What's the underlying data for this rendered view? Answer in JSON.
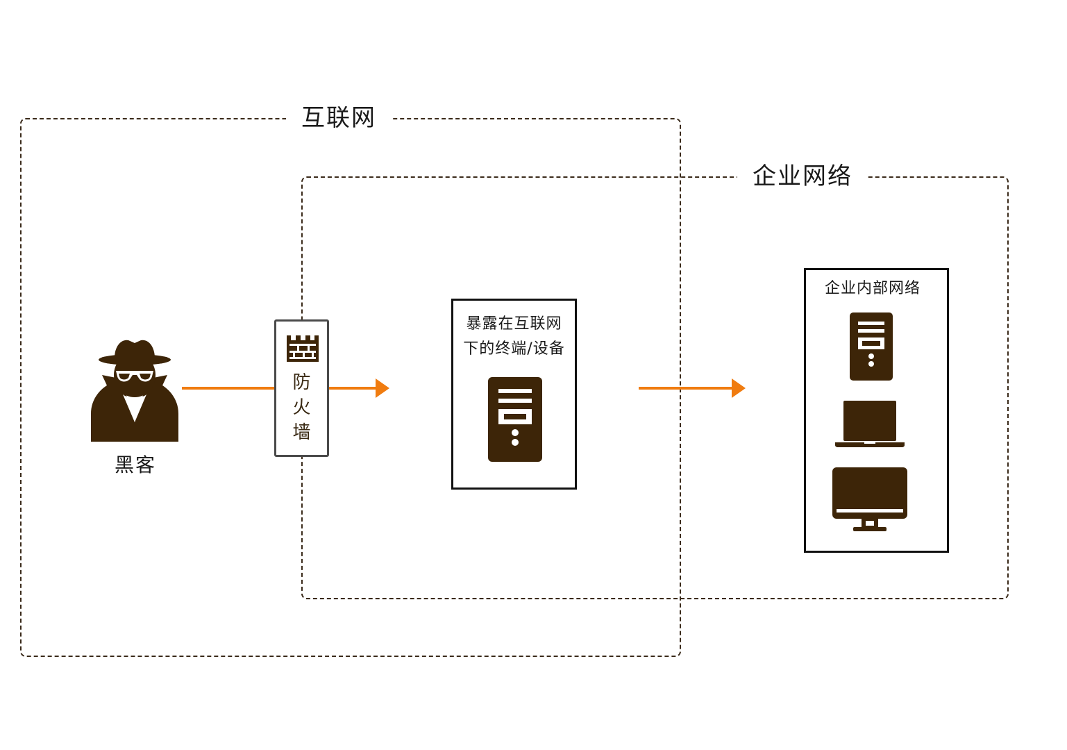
{
  "zones": {
    "internet": {
      "title": "互联网"
    },
    "enterprise": {
      "title": "企业网络"
    }
  },
  "hacker": {
    "label": "黑客",
    "icon": "hacker-icon"
  },
  "firewall": {
    "label": "防\n火\n墙",
    "icon": "firewall-brick-icon"
  },
  "exposed_device": {
    "label": "暴露在互联网\n下的终端/设备",
    "icon": "server-icon"
  },
  "internal_network": {
    "label": "企业内部网络",
    "devices": [
      "server-icon",
      "laptop-icon",
      "monitor-icon"
    ]
  },
  "colors": {
    "arrow": "#f07c10",
    "icon": "#3d2508",
    "zone_border": "#3a2a1a"
  }
}
